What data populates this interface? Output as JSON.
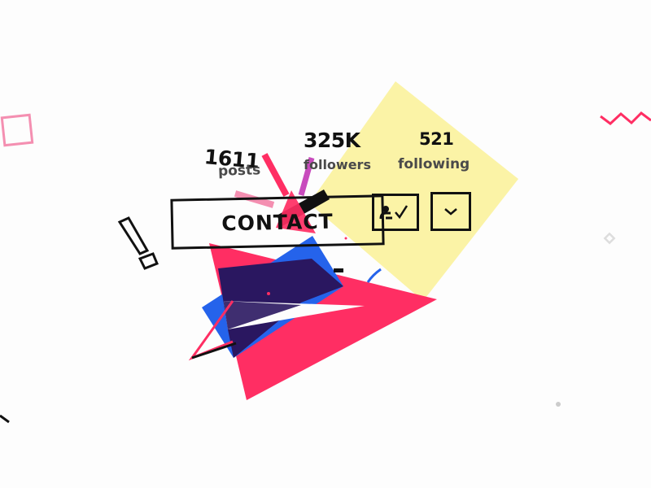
{
  "profile": {
    "stats": [
      {
        "value": "1611",
        "label": "posts"
      },
      {
        "value": "325K",
        "label": "followers"
      },
      {
        "value": "521",
        "label": "following"
      }
    ],
    "actions": {
      "contact_label": "CONTACT",
      "follow_icon": "user-check-icon",
      "more_icon": "chevron-down-icon"
    }
  },
  "colors": {
    "pink": "#ff2e63",
    "blue": "#2563eb",
    "navy": "#2a1760",
    "yellow": "#fbf3a6",
    "magenta": "#c84bbd",
    "light_pink": "#f48fb1",
    "ink": "#111111"
  }
}
